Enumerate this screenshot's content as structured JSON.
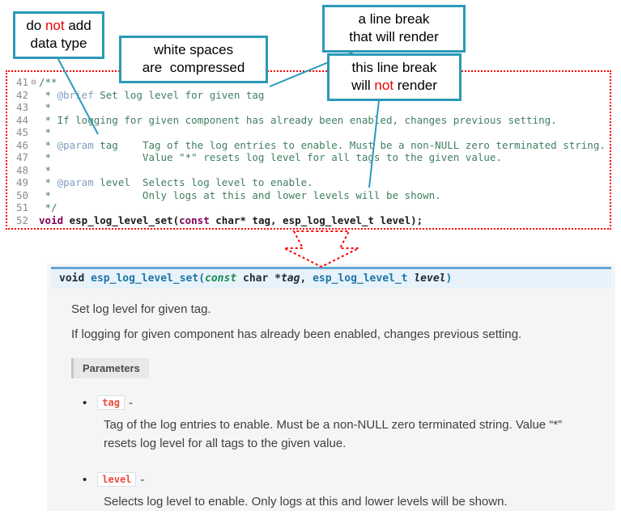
{
  "colors": {
    "callout_teal": "#2b9ab8",
    "annotation_red": "#ff0000",
    "comment_green": "#3f7f5f",
    "doc_tag_blue": "#7f9fbf",
    "keyword_purple": "#7f0055",
    "signature_bg": "#e7f2fa",
    "signature_border": "#64a8d2",
    "literal_red": "#e74c3c"
  },
  "callouts": {
    "no_datatype": {
      "line1_a": "do ",
      "line1_b": "not",
      "line1_c": " add",
      "line2": "data type"
    },
    "whitespace": {
      "line1": "white spaces",
      "line2": "are  compressed"
    },
    "break_render": {
      "line1": "a line break",
      "line2": "that will render"
    },
    "break_norender": {
      "line1": "this line break",
      "line2_a": "will ",
      "line2_b": "not",
      "line2_c": " render"
    }
  },
  "code": {
    "lines": [
      {
        "num": "41",
        "fold": "⊖",
        "text": "/**"
      },
      {
        "num": "42",
        "pre": " * ",
        "tag": "@brief",
        "post": " Set log level for given tag"
      },
      {
        "num": "43",
        "pre": " *"
      },
      {
        "num": "44",
        "pre": " * If logging for given component has already been enabled, changes previous setting."
      },
      {
        "num": "45",
        "pre": " *"
      },
      {
        "num": "46",
        "pre": " * ",
        "tag": "@param",
        "post": " tag    Tag of the log entries to enable. Must be a non-NULL zero terminated string."
      },
      {
        "num": "47",
        "pre": " *               Value \"*\" resets log level for all tags to the given value."
      },
      {
        "num": "48",
        "pre": " *"
      },
      {
        "num": "49",
        "pre": " * ",
        "tag": "@param",
        "post": " level  Selects log level to enable."
      },
      {
        "num": "50",
        "pre": " *               Only logs at this and lower levels will be shown."
      },
      {
        "num": "51",
        "pre": " */"
      }
    ],
    "line52": {
      "num": "52",
      "kw1": "void",
      "t1": " esp_log_level_set(",
      "kw2": "const",
      "t2": " char* tag, esp_log_level_t level);"
    }
  },
  "doc": {
    "signature": {
      "ret": "void ",
      "name": "esp_log_level_set",
      "open": "(",
      "const_kw": "const ",
      "type1": " char ",
      "ptr_param": "*tag",
      "sep": ", ",
      "type2": "esp_log_level_t ",
      "param2": "level",
      "close": ")"
    },
    "p1": "Set log level for given tag.",
    "p2": "If logging for given component has already been enabled, changes previous setting.",
    "params_label": "Parameters",
    "bullet": "•",
    "params": [
      {
        "name": "tag",
        "dash": "-",
        "desc": "Tag of the log entries to enable. Must be a non-NULL zero terminated string. Value “*” resets log level for all tags to the given value."
      },
      {
        "name": "level",
        "dash": "-",
        "desc": "Selects log level to enable. Only logs at this and lower levels will be shown."
      }
    ]
  }
}
